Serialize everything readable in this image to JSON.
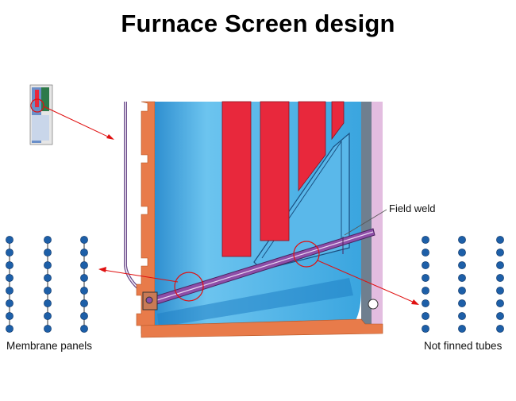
{
  "title": "Furnace Screen design",
  "labels": {
    "field_weld": "Field weld",
    "membrane_panels": "Membrane panels",
    "not_finned_tubes": "Not finned tubes"
  },
  "colors": {
    "water_blue": "#4fb3e6",
    "light_blue": "#8fd3f3",
    "dark_blue": "#1f7fc4",
    "red_panel": "#e8283c",
    "orange_wall": "#e87b4a",
    "pink_wall": "#e3bde0",
    "tube_purple": "#8e4ea8",
    "arrow_red": "#e01010",
    "tube_dot": "#1d5fa8"
  }
}
